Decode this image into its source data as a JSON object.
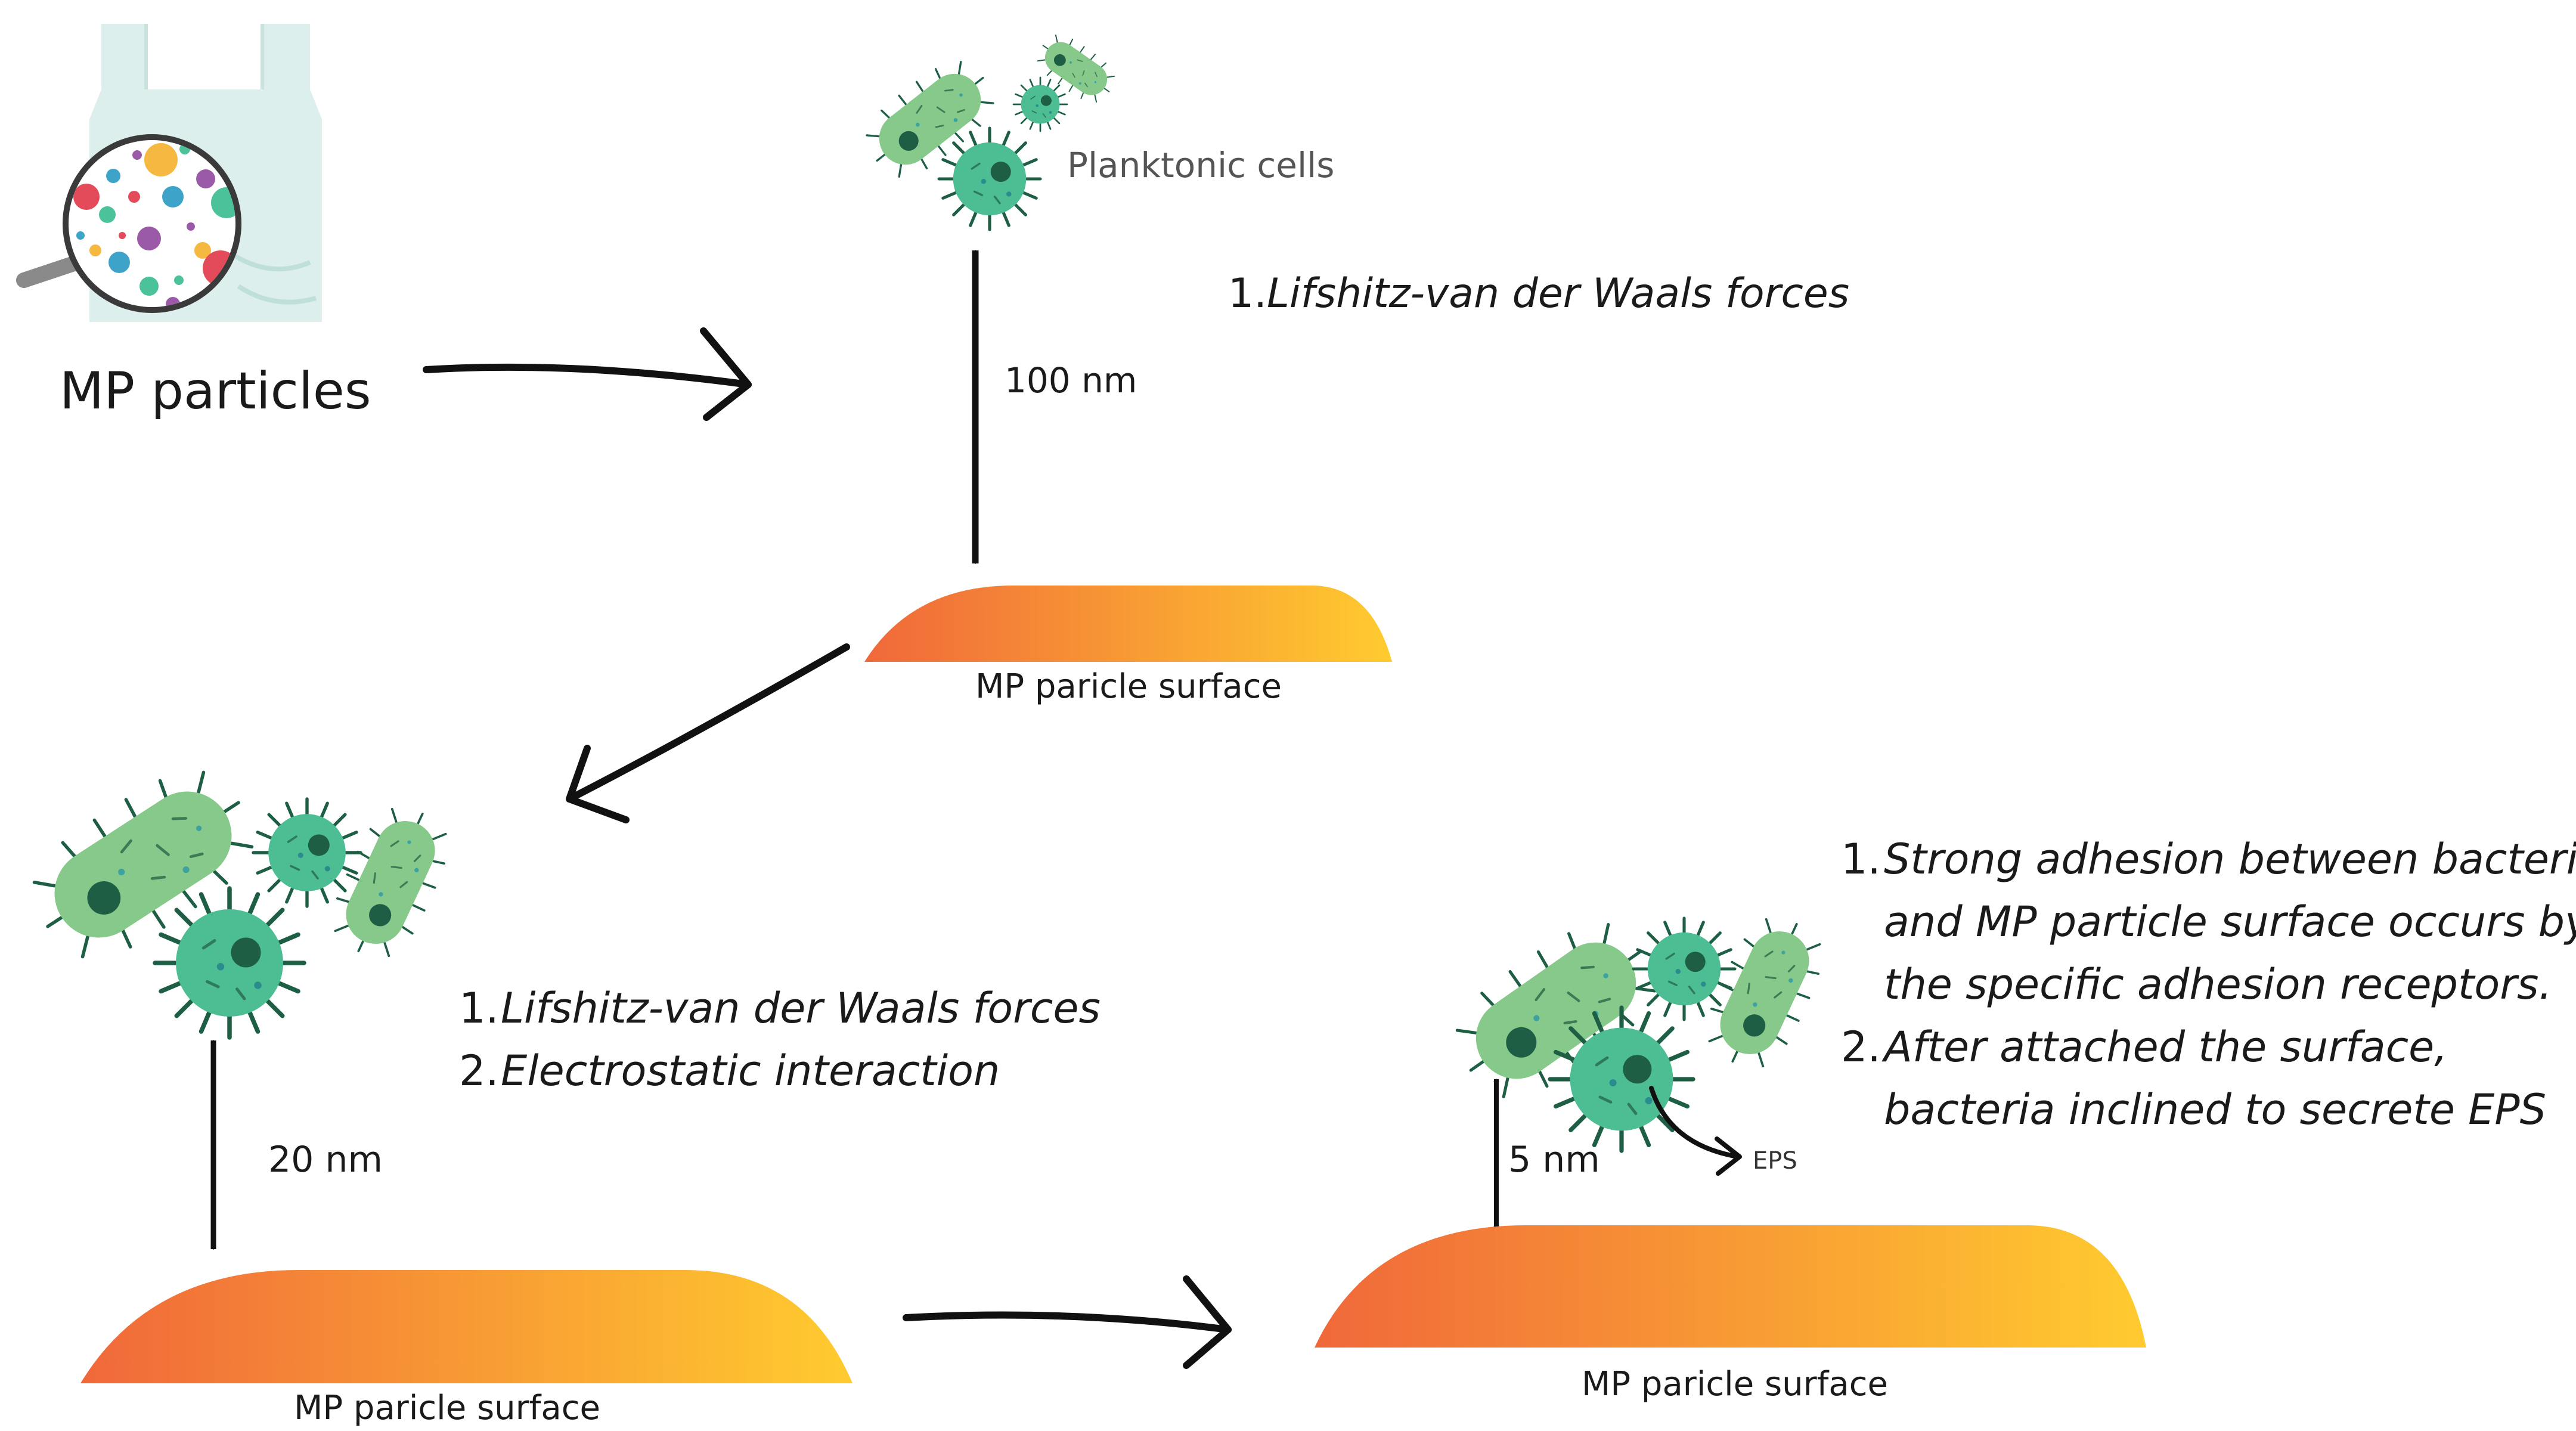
{
  "mp_particles_label": "MP particles",
  "stage1": {
    "cells_label": "Planktonic cells",
    "distance_label": "100 nm",
    "mechanisms": [
      {
        "num": "1.",
        "text": "Lifshitz-van der Waals forces"
      }
    ],
    "surface_label": "MP paricle surface"
  },
  "stage2": {
    "distance_label": "20 nm",
    "mechanisms": [
      {
        "num": "1.",
        "text": "Lifshitz-van der Waals forces"
      },
      {
        "num": "2.",
        "text": "Electrostatic interaction"
      }
    ],
    "surface_label": "MP paricle surface"
  },
  "stage3": {
    "distance_label": "5 nm",
    "eps_label": "EPS",
    "mechanisms": [
      {
        "num": "1.",
        "lines": [
          "Strong adhesion between bacteria",
          "and MP particle surface occurs by",
          "the specific adhesion receptors."
        ]
      },
      {
        "num": "2.",
        "lines": [
          "After attached the surface,",
          "bacteria inclined to secrete EPS"
        ]
      }
    ],
    "surface_label": "MP paricle surface"
  },
  "colors": {
    "surface_start": "#F0683A",
    "surface_end": "#FFCB2F",
    "rod_bacterium": "#86C98A",
    "coccus_bacterium": "#4DBE93",
    "nucleus": "#1E5E44",
    "bag": "#DDEFEC",
    "arrow": "#111111"
  }
}
